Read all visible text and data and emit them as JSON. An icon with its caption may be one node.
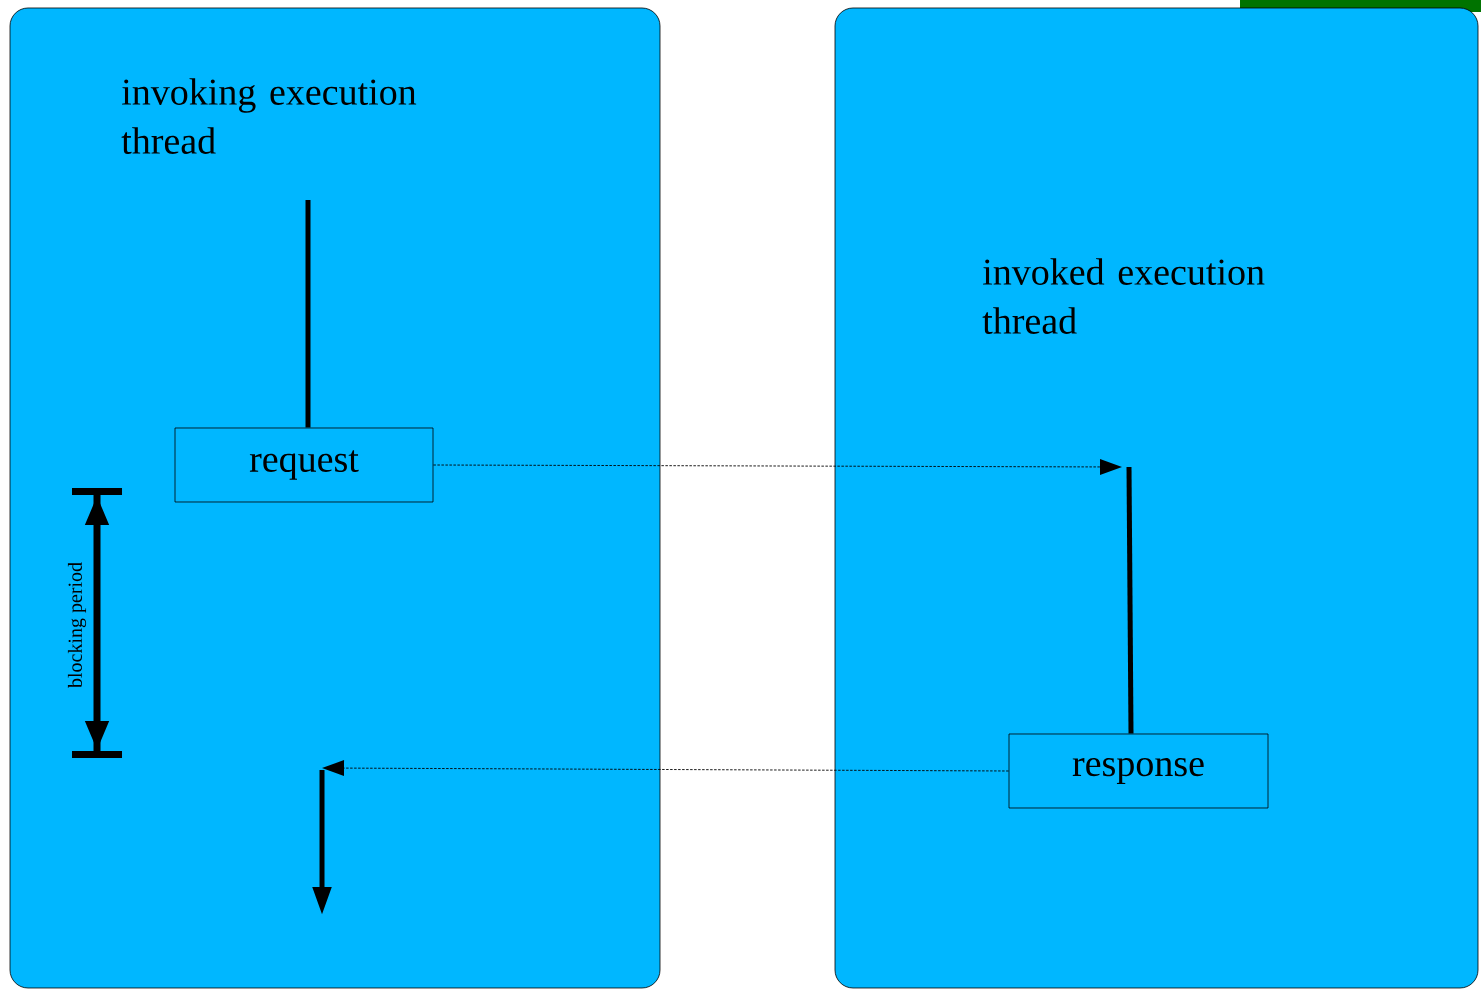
{
  "diagram": {
    "nodes": [
      {
        "text": [
          "invoking execution thread"
        ]
      },
      {
        "text": [
          "request"
        ],
        "in": 0
      },
      {
        "text": [
          "invoked execution thread"
        ]
      },
      {
        "text": [
          "response"
        ],
        "in": 2
      }
    ],
    "edges": [
      {
        "from": null,
        "to": 1,
        "arrow": "none",
        "style": "thick"
      },
      {
        "from": 1,
        "to": null,
        "arrow": "to",
        "style": "dashed"
      },
      {
        "from": null,
        "to": 3,
        "arrow": "none",
        "style": "thick"
      },
      {
        "from": 3,
        "to": null,
        "arrow": "to",
        "style": "dashed"
      }
    ],
    "labels": [
      "blocking period"
    ]
  }
}
